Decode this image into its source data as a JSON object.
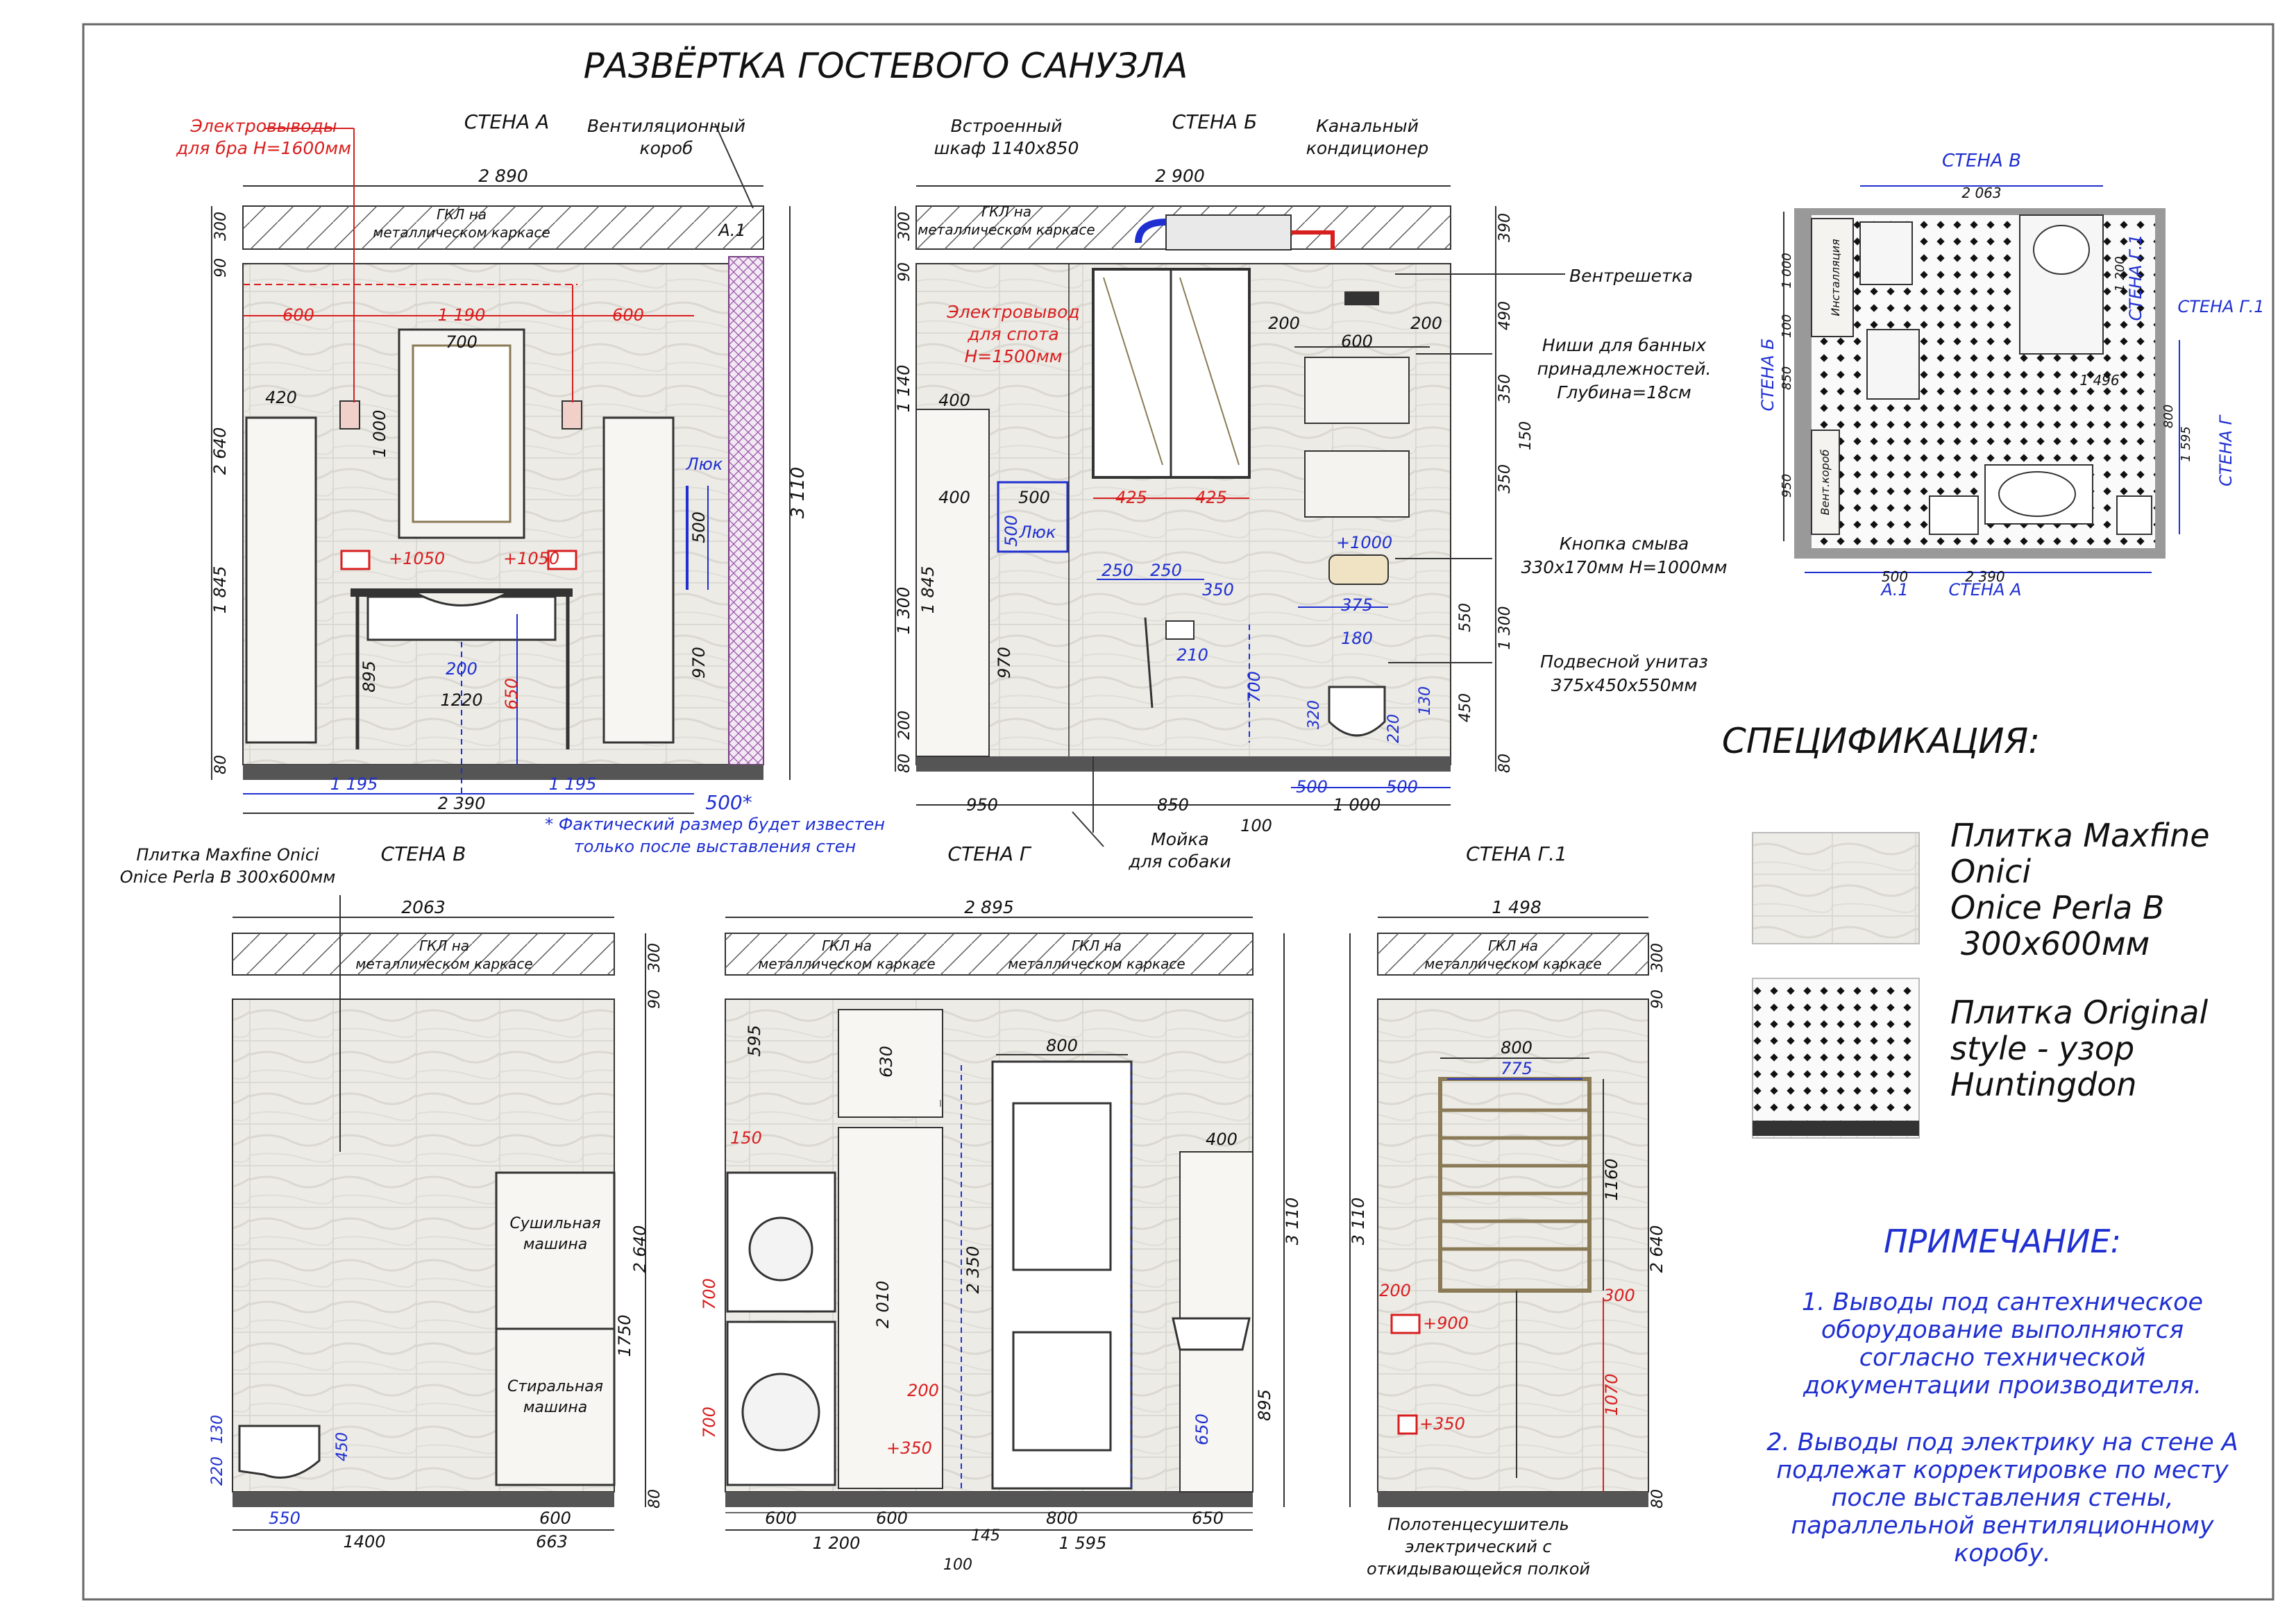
{
  "title": "РАЗВЁРТКА ГОСТЕВОГО САНУЗЛА",
  "walls": {
    "a": {
      "name": "СТЕНА А",
      "width": "2 890",
      "height": "3 110",
      "elec": [
        "Электровыводы",
        "для бра Н=1600мм"
      ],
      "vent": [
        "Вентиляционный",
        "короб"
      ],
      "gkl": [
        "ГКЛ на",
        "металлическом каркасе"
      ],
      "mark": "А.1",
      "hatch": "Люк",
      "dims": {
        "top": "300",
        "h90": "90",
        "h2640": "2 640",
        "h1845": "1 845",
        "h895": "895",
        "h80": "80",
        "w600a": "600",
        "w1190": "1 190",
        "w600b": "600",
        "mirror": "700",
        "mirrorH": "1 000",
        "col": "420",
        "v500": "500",
        "v970": "970",
        "s200": "200",
        "w1220": "1220",
        "h650": "650",
        "b1195a": "1 195",
        "b1195b": "1 195",
        "b2390": "2 390",
        "b500": "500*",
        "p1050a": "+1050",
        "p1050b": "+1050"
      }
    },
    "b": {
      "name": "СТЕНА Б",
      "width": "2 900",
      "cab": [
        "Встроенный",
        "шкаф 1140х850"
      ],
      "ac": [
        "Канальный",
        "кондиционер"
      ],
      "gkl": [
        "ГКЛ на",
        "металлическом каркасе"
      ],
      "vent": "Вентрешетка",
      "niches": [
        "Ниши для банных",
        "принадлежностей.",
        "Глубина=18см"
      ],
      "flush": [
        "Кнопка смыва",
        "330х170мм Н=1000мм"
      ],
      "wc": [
        "Подвесной унитаз",
        "375х450х550мм"
      ],
      "elec": [
        "Электровывод",
        "для спота",
        "Н=1500мм"
      ],
      "hatch": "Люк",
      "sink": [
        "Мойка",
        "для собаки"
      ],
      "dims": {
        "top": "300",
        "h90": "90",
        "h1140": "1 140",
        "h1845": "1 845",
        "h970": "970",
        "h1300": "1 300",
        "h200": "200",
        "h80": "80",
        "d390": "390",
        "d490": "490",
        "d350a": "350",
        "d150": "150",
        "d350b": "350",
        "d550": "550",
        "d1300": "1 300",
        "d450": "450",
        "d80": "80",
        "w400a": "400",
        "w400b": "400",
        "w500": "500",
        "h500": "500",
        "w425a": "425",
        "w425b": "425",
        "w250a": "250",
        "w250b": "250",
        "w350": "350",
        "w210": "210",
        "h700": "700",
        "w200a": "200",
        "w200b": "200",
        "w600": "600",
        "p1000": "+1000",
        "w375": "375",
        "w180": "180",
        "h320": "320",
        "h220": "220",
        "h130": "130",
        "b950": "950",
        "b850": "850",
        "b100": "100",
        "b500a": "500",
        "b500b": "500",
        "b1000": "1 000"
      }
    },
    "v": {
      "name": "СТЕНА В",
      "width": "2063",
      "tile": [
        "Плитка Maxfine Onici",
        "Onice Perla B 300х600мм"
      ],
      "gkl": [
        "ГКЛ на",
        "металлическом каркасе"
      ],
      "dryer": [
        "Сушильная",
        "машина"
      ],
      "washer": [
        "Стиральная",
        "машина"
      ],
      "dims": {
        "top": "300",
        "h90": "90",
        "h2640": "2 640",
        "h1750": "1750",
        "h80": "80",
        "h220": "220",
        "h130": "130",
        "h450": "450",
        "w600": "600",
        "w550": "550",
        "b1400": "1400",
        "b663": "663"
      }
    },
    "g": {
      "name": "СТЕНА Г",
      "width": "2 895",
      "gkl": [
        "ГКЛ на",
        "металлическом каркасе"
      ],
      "dims": {
        "h595": "595",
        "h630": "630",
        "r150": "150",
        "h700a": "700",
        "h700b": "700",
        "h2010": "2 010",
        "h2350": "2 350",
        "h3110": "3 110",
        "h895": "895",
        "h650": "650",
        "r200": "200",
        "p350": "+350",
        "w800": "800",
        "w400": "400",
        "b600a": "600",
        "b600b": "600",
        "b800": "800",
        "b650": "650",
        "b1200": "1 200",
        "b145": "145",
        "b1595": "1 595",
        "b100": "100"
      }
    },
    "g1": {
      "name": "СТЕНА Г.1",
      "width": "1 498",
      "gkl": [
        "ГКЛ на",
        "металлическом каркасе"
      ],
      "towel": [
        "Полотенцесушитель",
        "электрический с",
        "откидывающейся полкой"
      ],
      "dims": {
        "top": "300",
        "h90": "90",
        "h2640": "2 640",
        "h80": "80",
        "h3110": "3 110",
        "w800": "800",
        "w775": "775",
        "h1160": "1160",
        "h1070": "1070",
        "r200": "200",
        "p900": "+900",
        "p350": "+350",
        "p300": "300"
      }
    }
  },
  "plan": {
    "v": "СТЕНА В",
    "g1": "СТЕНА Г.1",
    "g": "СТЕНА Г",
    "b": "СТЕНА Б",
    "a": "СТЕНА А",
    "a1": "А.1",
    "install": "Инсталляция",
    "ventbox": "Вент.короб",
    "dims": {
      "top": "2 063",
      "d1000": "1 000",
      "d100": "100",
      "d850": "850",
      "d950": "950",
      "d1200": "1 200",
      "d1496": "1 496",
      "d800": "800",
      "d1595": "1 595",
      "b500": "500",
      "b2390": "2 390"
    }
  },
  "footnote": [
    "* Фактический размер будет известен",
    "только после выставления стен"
  ],
  "spec": {
    "title": "СПЕЦИФИКАЦИЯ:",
    "items": [
      {
        "lines": [
          "Плитка Maxfine",
          "Onici",
          "Onice Perla B",
          "300х600мм"
        ]
      },
      {
        "lines": [
          "Плитка Original",
          "style - узор",
          "Huntingdon"
        ]
      }
    ]
  },
  "note": {
    "title": "ПРИМЕЧАНИЕ:",
    "p1": [
      "1. Выводы под сантехническое",
      "оборудование выполняются",
      "согласно технической",
      "документации производителя."
    ],
    "p2": [
      "2. Выводы под электрику на стене А",
      "подлежат корректировке по месту",
      "после выставления стены,",
      "параллельной вентиляционному",
      "коробу."
    ]
  }
}
